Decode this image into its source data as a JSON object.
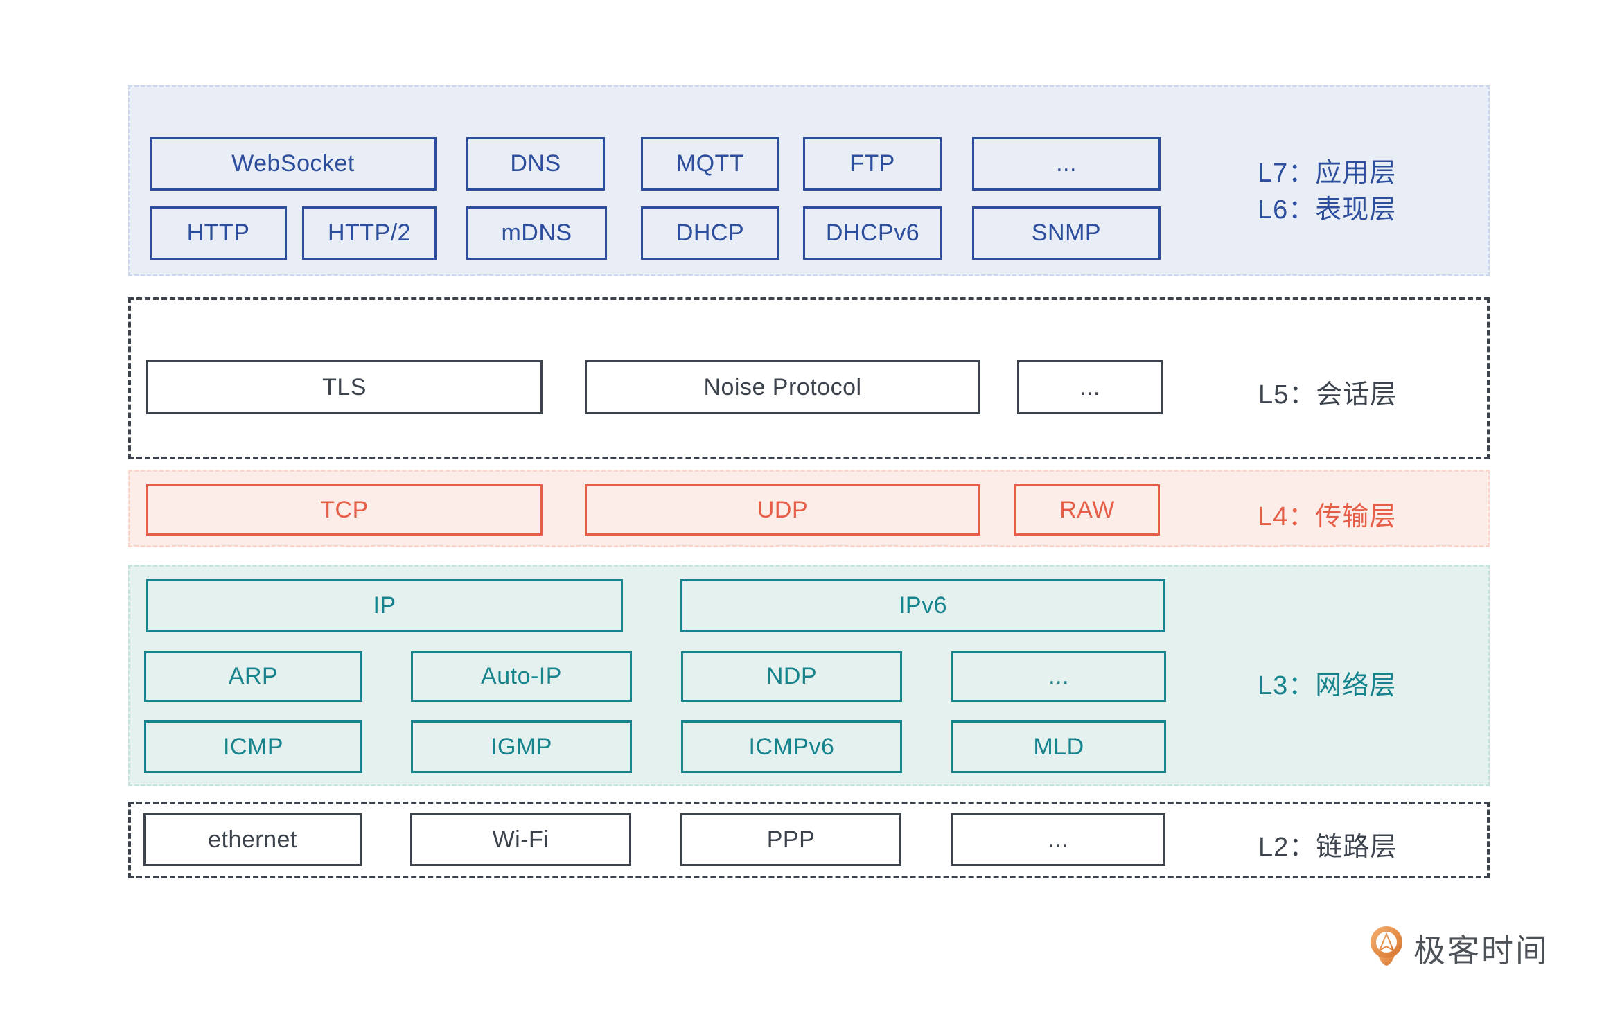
{
  "layers": {
    "app": {
      "labels": [
        "L7：应用层",
        "L6：表现层"
      ],
      "row1": [
        "WebSocket",
        "DNS",
        "MQTT",
        "FTP",
        "..."
      ],
      "row2": [
        "HTTP",
        "HTTP/2",
        "mDNS",
        "DHCP",
        "DHCPv6",
        "SNMP"
      ],
      "accent": "#2d4d9d",
      "bg": "#e9edf5"
    },
    "session": {
      "label": "L5：会话层",
      "boxes": [
        "TLS",
        "Noise Protocol",
        "..."
      ],
      "accent": "#3c434c",
      "bg": "#ffffff"
    },
    "transport": {
      "label": "L4：传输层",
      "boxes": [
        "TCP",
        "UDP",
        "RAW"
      ],
      "accent": "#e55f48",
      "bg": "#fcede9"
    },
    "network": {
      "label": "L3：网络层",
      "row1": [
        "IP",
        "IPv6"
      ],
      "row2": [
        "ARP",
        "Auto-IP",
        "NDP",
        "..."
      ],
      "row3": [
        "ICMP",
        "IGMP",
        "ICMPv6",
        "MLD"
      ],
      "accent": "#17838c",
      "bg": "#e5f1ef"
    },
    "link": {
      "label": "L2：链路层",
      "boxes": [
        "ethernet",
        "Wi-Fi",
        "PPP",
        "..."
      ],
      "accent": "#3c434c",
      "bg": "#ffffff"
    }
  },
  "logo": {
    "text": "极客时间",
    "orange": "#e08240"
  }
}
